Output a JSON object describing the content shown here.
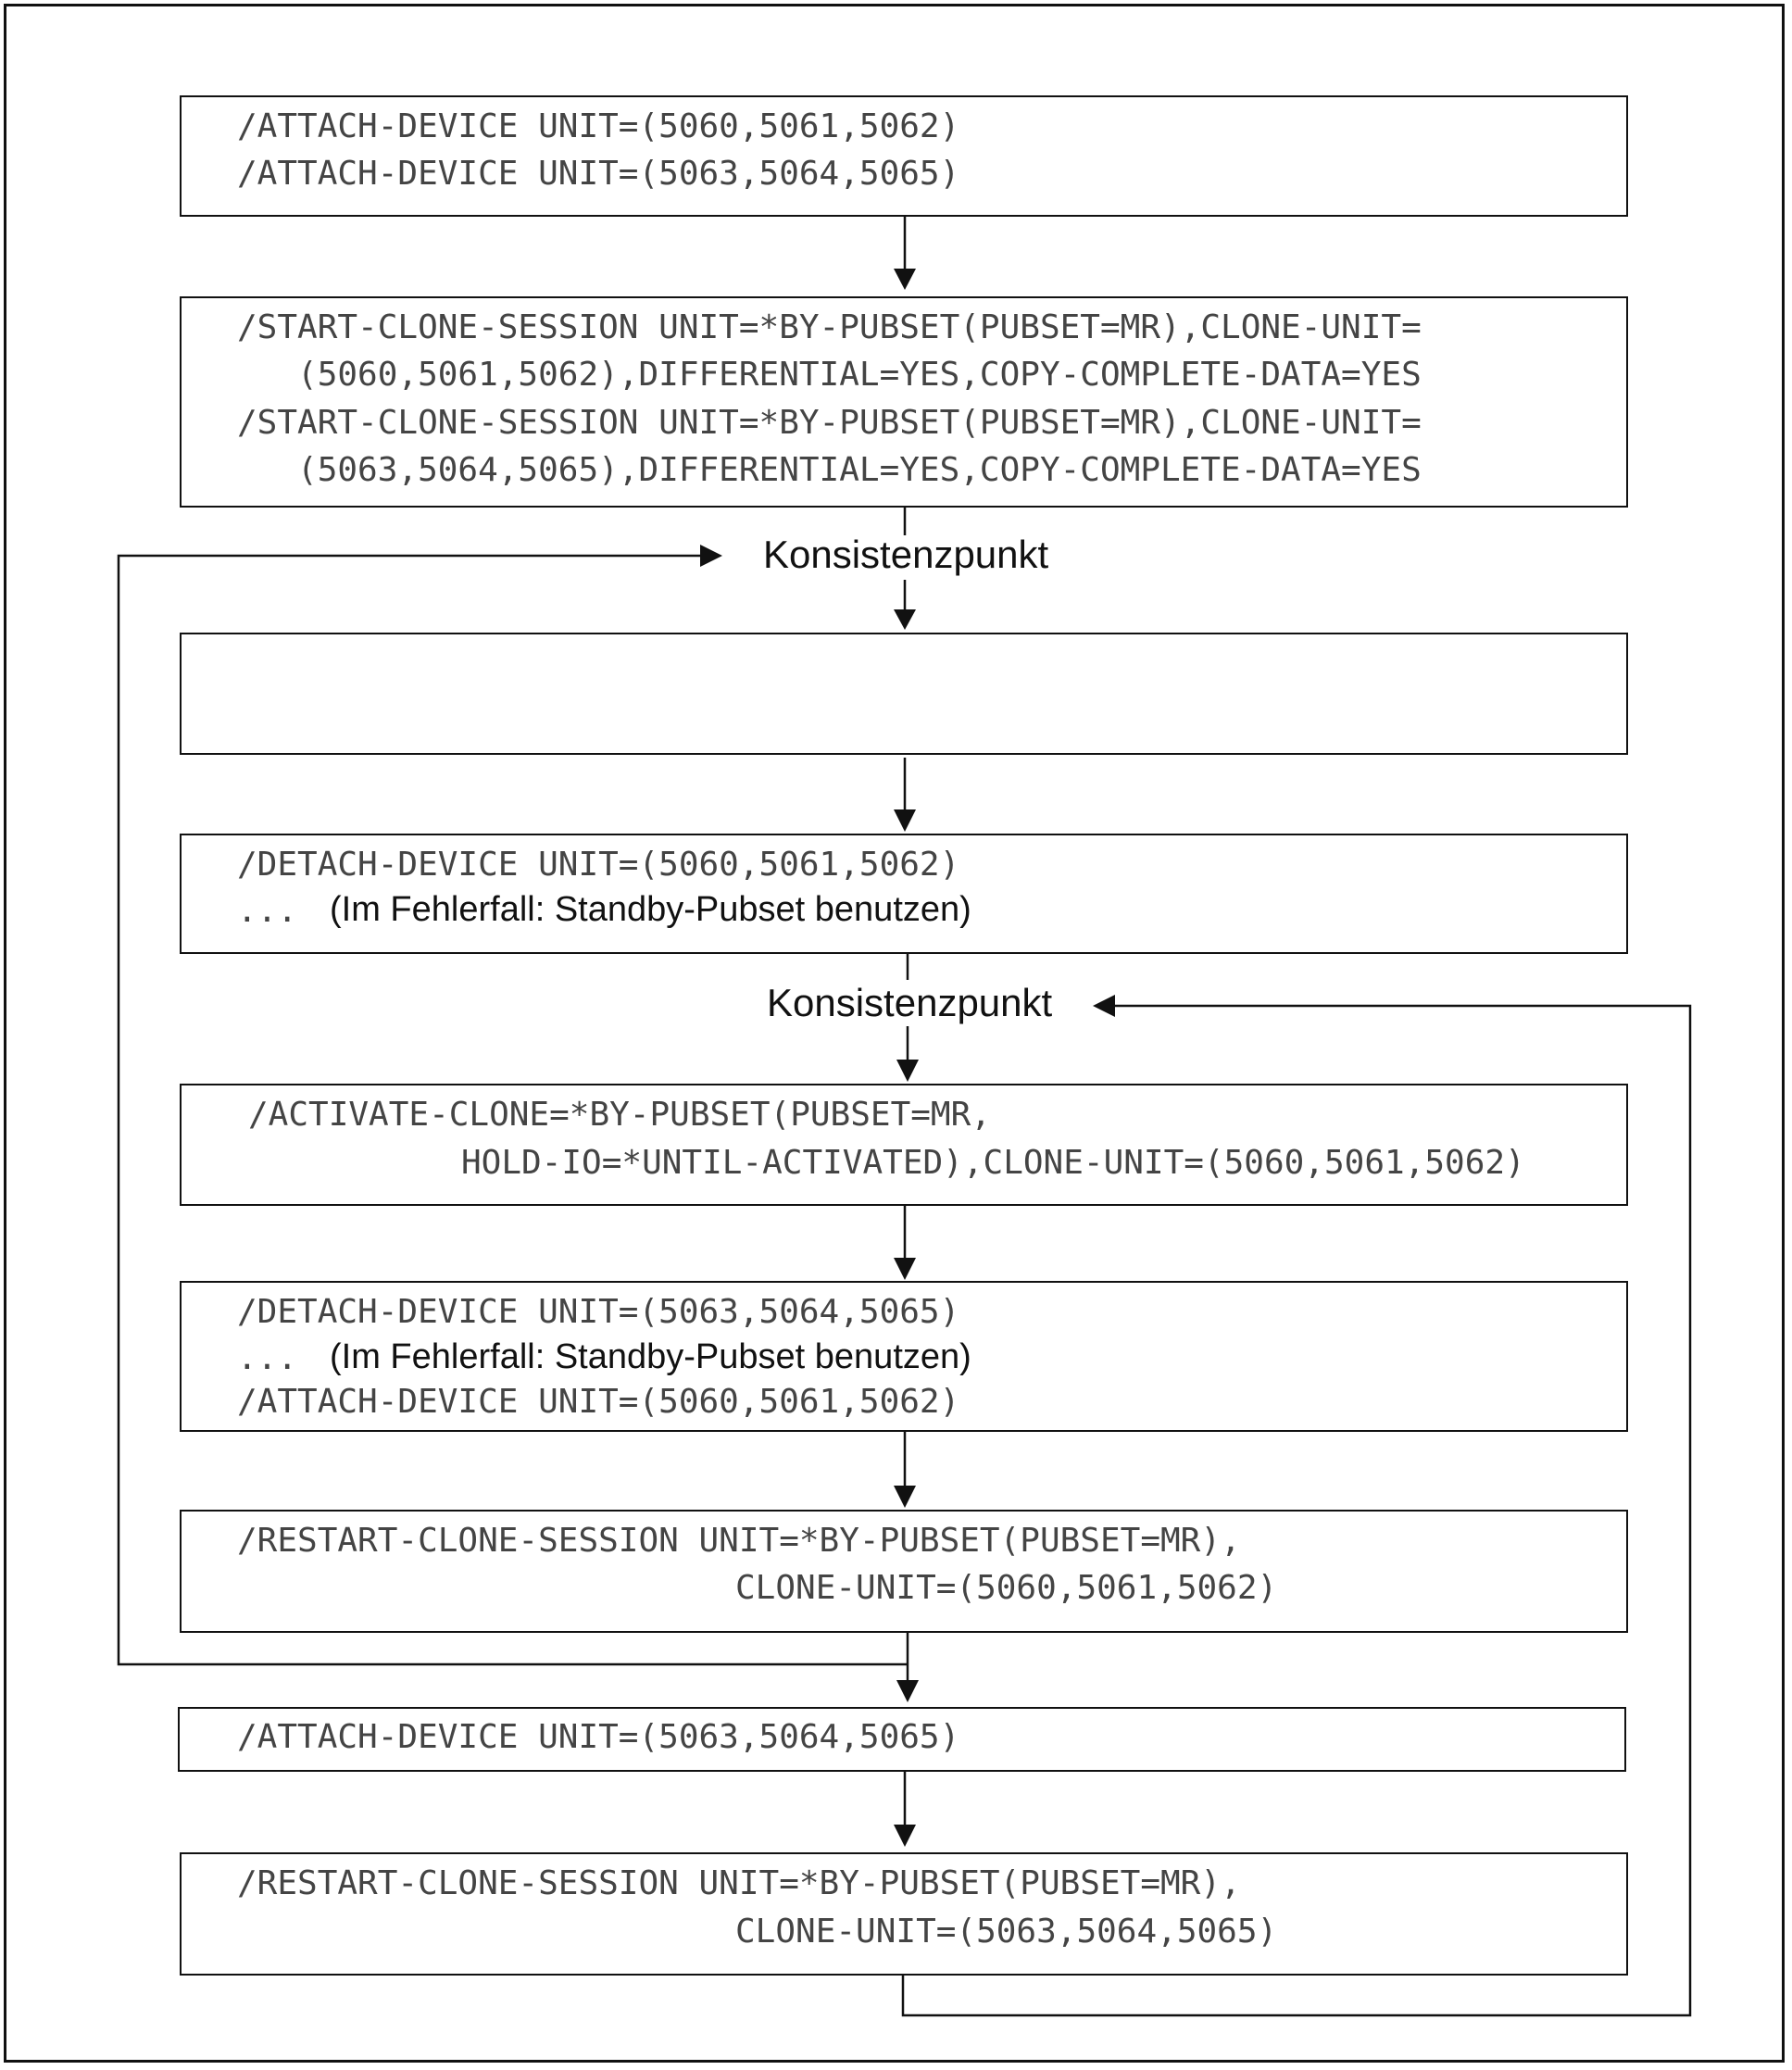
{
  "boxes": {
    "attach1": {
      "line1": "/ATTACH-DEVICE UNIT=(5060,5061,5062)",
      "line2": "/ATTACH-DEVICE UNIT=(5063,5064,5065)"
    },
    "startclone": {
      "line1": "/START-CLONE-SESSION UNIT=*BY-PUBSET(PUBSET=MR),CLONE-UNIT=",
      "line2": "   (5060,5061,5062),DIFFERENTIAL=YES,COPY-COMPLETE-DATA=YES",
      "line3": "/START-CLONE-SESSION UNIT=*BY-PUBSET(PUBSET=MR),CLONE-UNIT=",
      "line4": "   (5063,5064,5065),DIFFERENTIAL=YES,COPY-COMPLETE-DATA=YES"
    },
    "detach1": {
      "line1": "/DETACH-DEVICE UNIT=(5060,5061,5062)",
      "dots": "...",
      "note": "(Im Fehlerfall: Standby-Pubset benutzen)"
    },
    "activate": {
      "line1": "/ACTIVATE-CLONE=*BY-PUBSET(PUBSET=MR,",
      "line2": "HOLD-IO=*UNTIL-ACTIVATED),CLONE-UNIT=(5060,5061,5062)"
    },
    "detach2": {
      "line1": "/DETACH-DEVICE UNIT=(5063,5064,5065)",
      "dots": "...",
      "note": "(Im Fehlerfall: Standby-Pubset benutzen)",
      "line3": "/ATTACH-DEVICE UNIT=(5060,5061,5062)"
    },
    "restart1": {
      "line1": "/RESTART-CLONE-SESSION UNIT=*BY-PUBSET(PUBSET=MR),",
      "line2": "CLONE-UNIT=(5060,5061,5062)"
    },
    "attach2": {
      "line1": "/ATTACH-DEVICE UNIT=(5063,5064,5065)"
    },
    "restart2": {
      "line1": "/RESTART-CLONE-SESSION UNIT=*BY-PUBSET(PUBSET=MR),",
      "line2": "CLONE-UNIT=(5063,5064,5065)"
    }
  },
  "labels": {
    "consistency1": "Konsistenzpunkt",
    "consistency2": "Konsistenzpunkt"
  }
}
